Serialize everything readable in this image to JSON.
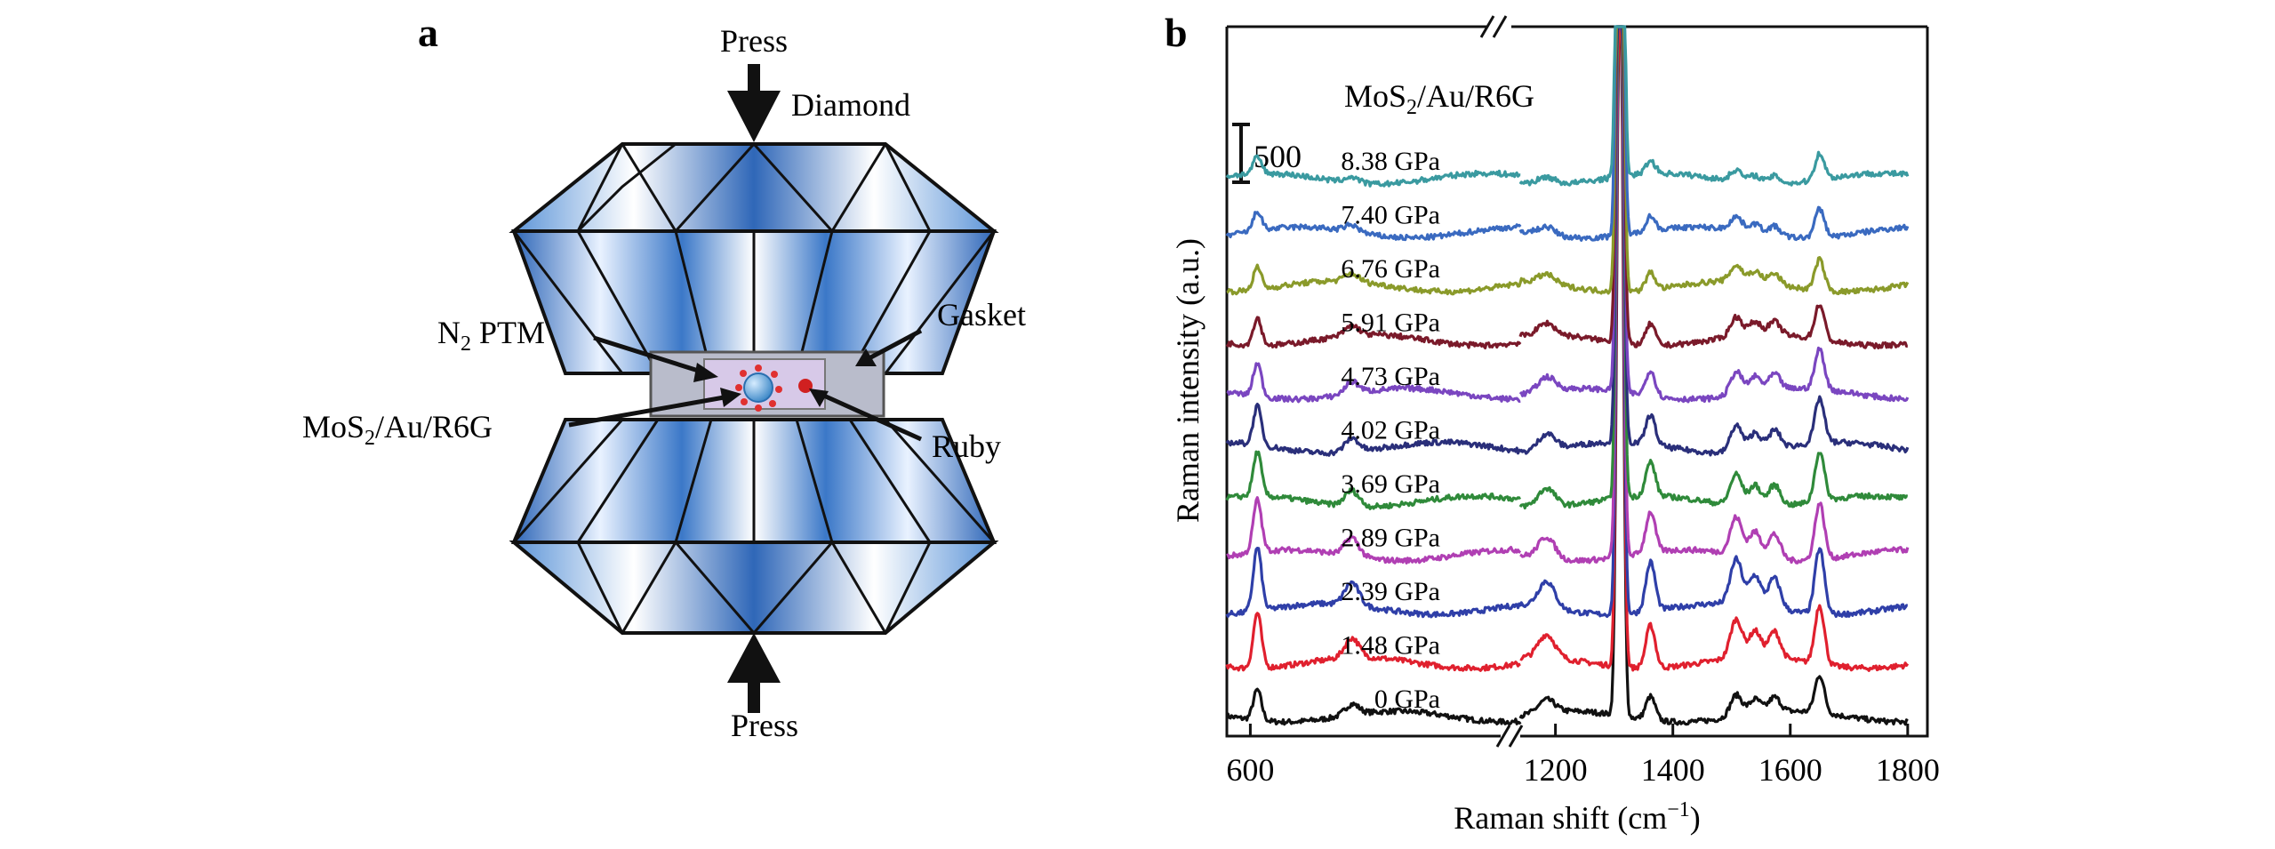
{
  "panel_a": {
    "label": "a",
    "press_top": "Press",
    "press_bottom": "Press",
    "diamond": "Diamond",
    "n2_ptm": {
      "main": "N",
      "sub": "2",
      "tail": " PTM"
    },
    "gasket": "Gasket",
    "mos2": {
      "main": "MoS",
      "sub": "2",
      "tail": "/Au/R6G"
    },
    "ruby": "Ruby"
  },
  "panel_b": {
    "label": "b",
    "sample": {
      "main": "MoS",
      "sub": "2",
      "tail": "/Au/R6G"
    },
    "scale_bar": "500",
    "ylabel": "Raman intensity (a.u.)",
    "xlabel_main": "Raman shift (cm",
    "xlabel_sup": "−1",
    "xlabel_end": ")",
    "xticks": [
      "600",
      "1200",
      "1400",
      "1600",
      "1800"
    ]
  },
  "chart_data": {
    "type": "line",
    "xlabel": "Raman shift (cm−1)",
    "ylabel": "Raman intensity (a.u.)",
    "xlim": [
      560,
      1800
    ],
    "x_break": [
      1060,
      1140
    ],
    "scale_bar_counts": 500,
    "peaks_cm": [
      612,
      773,
      1185,
      1310,
      1362,
      1508,
      1573,
      1650
    ],
    "series": [
      {
        "name": "0 GPa",
        "color": "#111111",
        "offset": 0,
        "strength": 0.55
      },
      {
        "name": "1.48 GPa",
        "color": "#e0202e",
        "offset": 1,
        "strength": 1.0
      },
      {
        "name": "2.39 GPa",
        "color": "#2f3fa8",
        "offset": 2,
        "strength": 1.15
      },
      {
        "name": "2.89 GPa",
        "color": "#b03fb3",
        "offset": 3,
        "strength": 0.95
      },
      {
        "name": "3.69 GPa",
        "color": "#2f8a3a",
        "offset": 4,
        "strength": 0.8
      },
      {
        "name": "4.02 GPa",
        "color": "#2a2f7a",
        "offset": 5,
        "strength": 0.7
      },
      {
        "name": "4.73 GPa",
        "color": "#7a46c0",
        "offset": 6,
        "strength": 0.6
      },
      {
        "name": "5.91 GPa",
        "color": "#7a1a2a",
        "offset": 7,
        "strength": 0.5
      },
      {
        "name": "6.76 GPa",
        "color": "#8a9a2a",
        "offset": 8,
        "strength": 0.4
      },
      {
        "name": "7.40 GPa",
        "color": "#3a6ac0",
        "offset": 9,
        "strength": 0.35
      },
      {
        "name": "8.38 GPa",
        "color": "#3a9aa0",
        "offset": 10,
        "strength": 0.3
      }
    ]
  }
}
